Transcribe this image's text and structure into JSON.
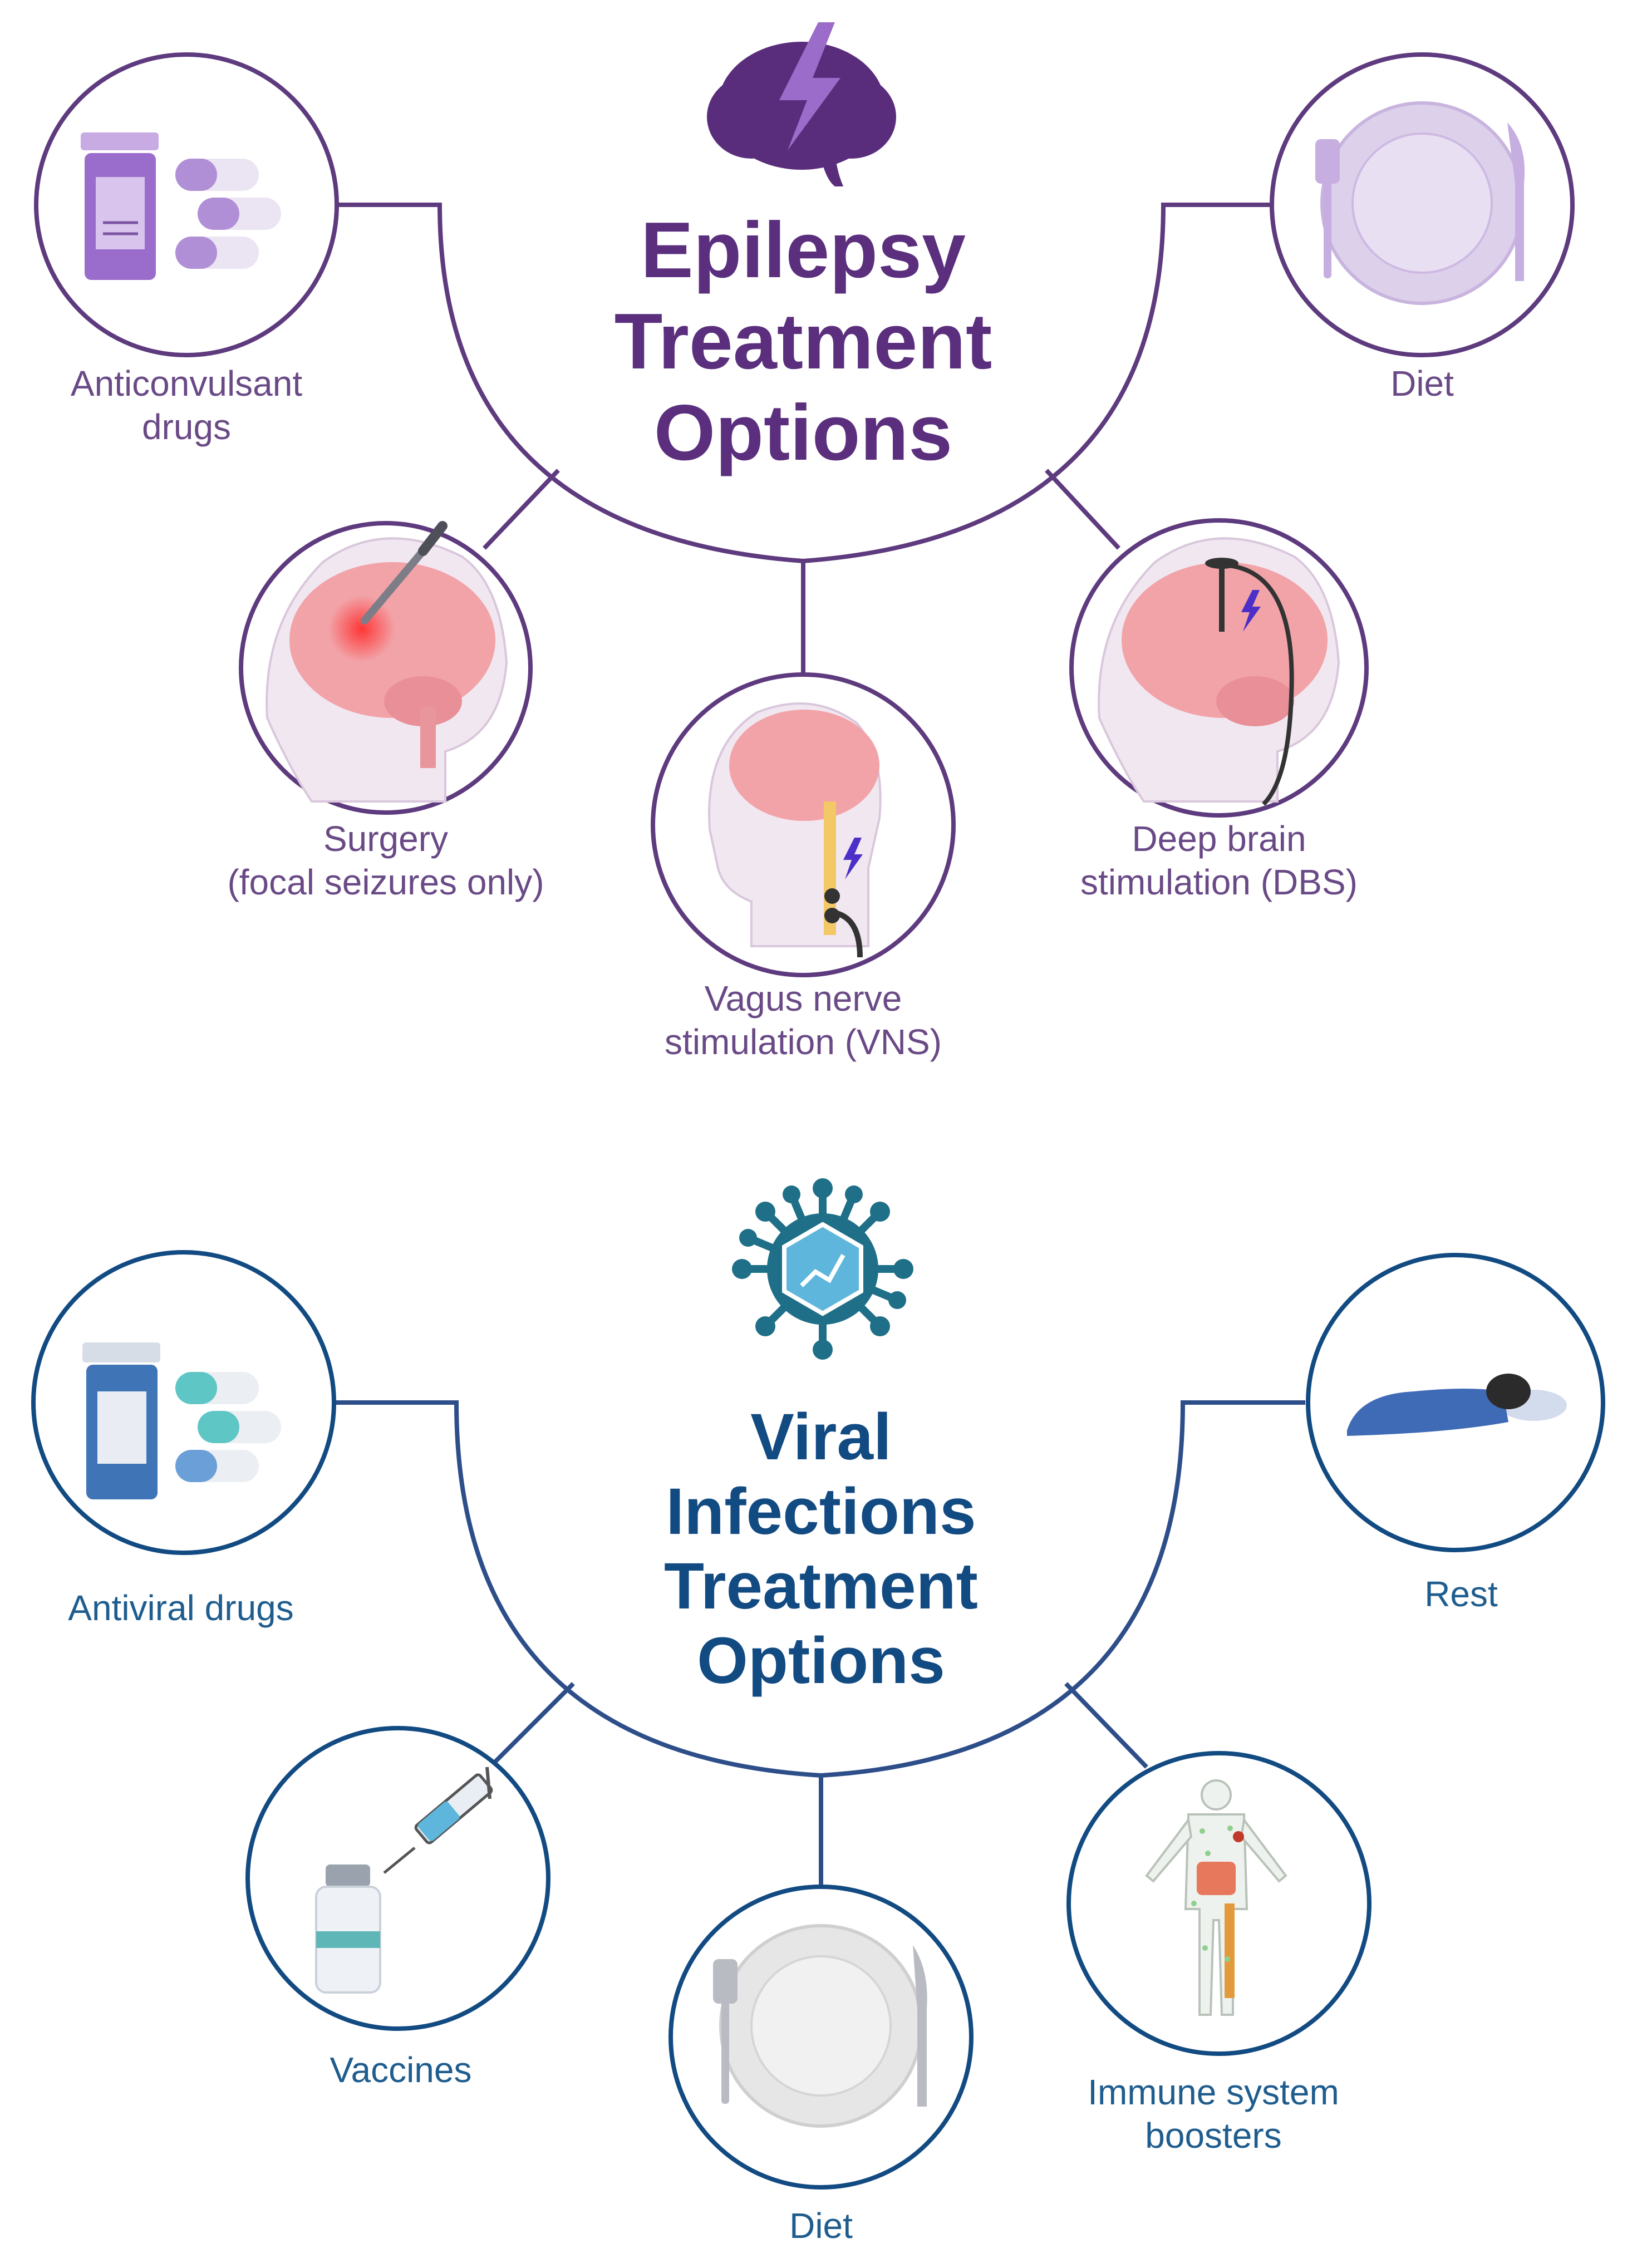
{
  "epilepsy": {
    "title": [
      "Epilepsy",
      "Treatment",
      "Options"
    ],
    "options": {
      "anticonvulsant": [
        "Anticonvulsant",
        "drugs"
      ],
      "diet": [
        "Diet"
      ],
      "surgery": [
        "Surgery",
        "(focal seizures only)"
      ],
      "vns": [
        "Vagus nerve",
        "stimulation (VNS)"
      ],
      "dbs": [
        "Deep brain",
        "stimulation (DBS)"
      ]
    },
    "colors": {
      "accent": "#5b2f7d",
      "line": "#5e3a7e",
      "pill": "#b08fd6",
      "plate": "#ddd0ea"
    }
  },
  "viral": {
    "title": [
      "Viral",
      "Infections",
      "Treatment",
      "Options"
    ],
    "options": {
      "antiviral": [
        "Antiviral drugs"
      ],
      "rest": [
        "Rest"
      ],
      "vaccines": [
        "Vaccines"
      ],
      "diet": [
        "Diet"
      ],
      "immune": [
        "Immune system",
        "boosters"
      ]
    },
    "colors": {
      "accent": "#124a82",
      "line": "#2e4e8a",
      "pill": "#5fb3d6",
      "plate": "#e6e6e6"
    }
  },
  "icons": {
    "epilepsy_header": "brain-lightning-icon",
    "viral_header": "virus-icon",
    "anticonvulsant": "pill-bottle-capsules-icon",
    "diet": "plate-fork-knife-icon",
    "surgery": "brain-scalpel-icon",
    "vns": "head-vagus-stimulator-icon",
    "dbs": "head-deep-brain-electrode-icon",
    "antiviral": "pill-bottle-capsules-icon",
    "rest": "sleeping-person-icon",
    "vaccines": "vial-syringe-icon",
    "immune": "human-body-immune-icon"
  }
}
